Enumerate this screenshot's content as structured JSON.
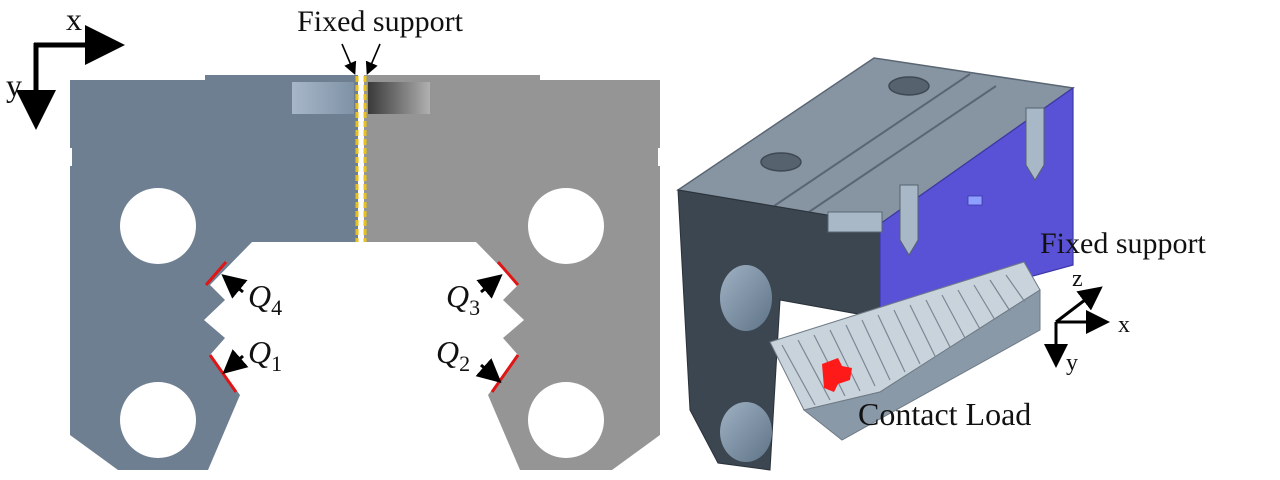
{
  "figure": {
    "left_view": {
      "axis_x_label": "x",
      "axis_y_label": "y",
      "fixed_support_label": "Fixed support",
      "q_labels": {
        "q4": {
          "main": "Q",
          "sub": "4"
        },
        "q1": {
          "main": "Q",
          "sub": "1"
        },
        "q3": {
          "main": "Q",
          "sub": "3"
        },
        "q2": {
          "main": "Q",
          "sub": "2"
        }
      }
    },
    "right_view": {
      "fixed_support_label": "Fixed support",
      "contact_load_label": "Contact Load",
      "axis_z_label": "z",
      "axis_x_label": "x",
      "axis_y_label": "y"
    },
    "colors": {
      "left_half": "#6e7f92",
      "right_half": "#959595",
      "fixed_face": "#5a52d6",
      "contact_load": "#ff1a1a",
      "support_line": "#e8c21c",
      "q_mark": "#e01515"
    }
  }
}
